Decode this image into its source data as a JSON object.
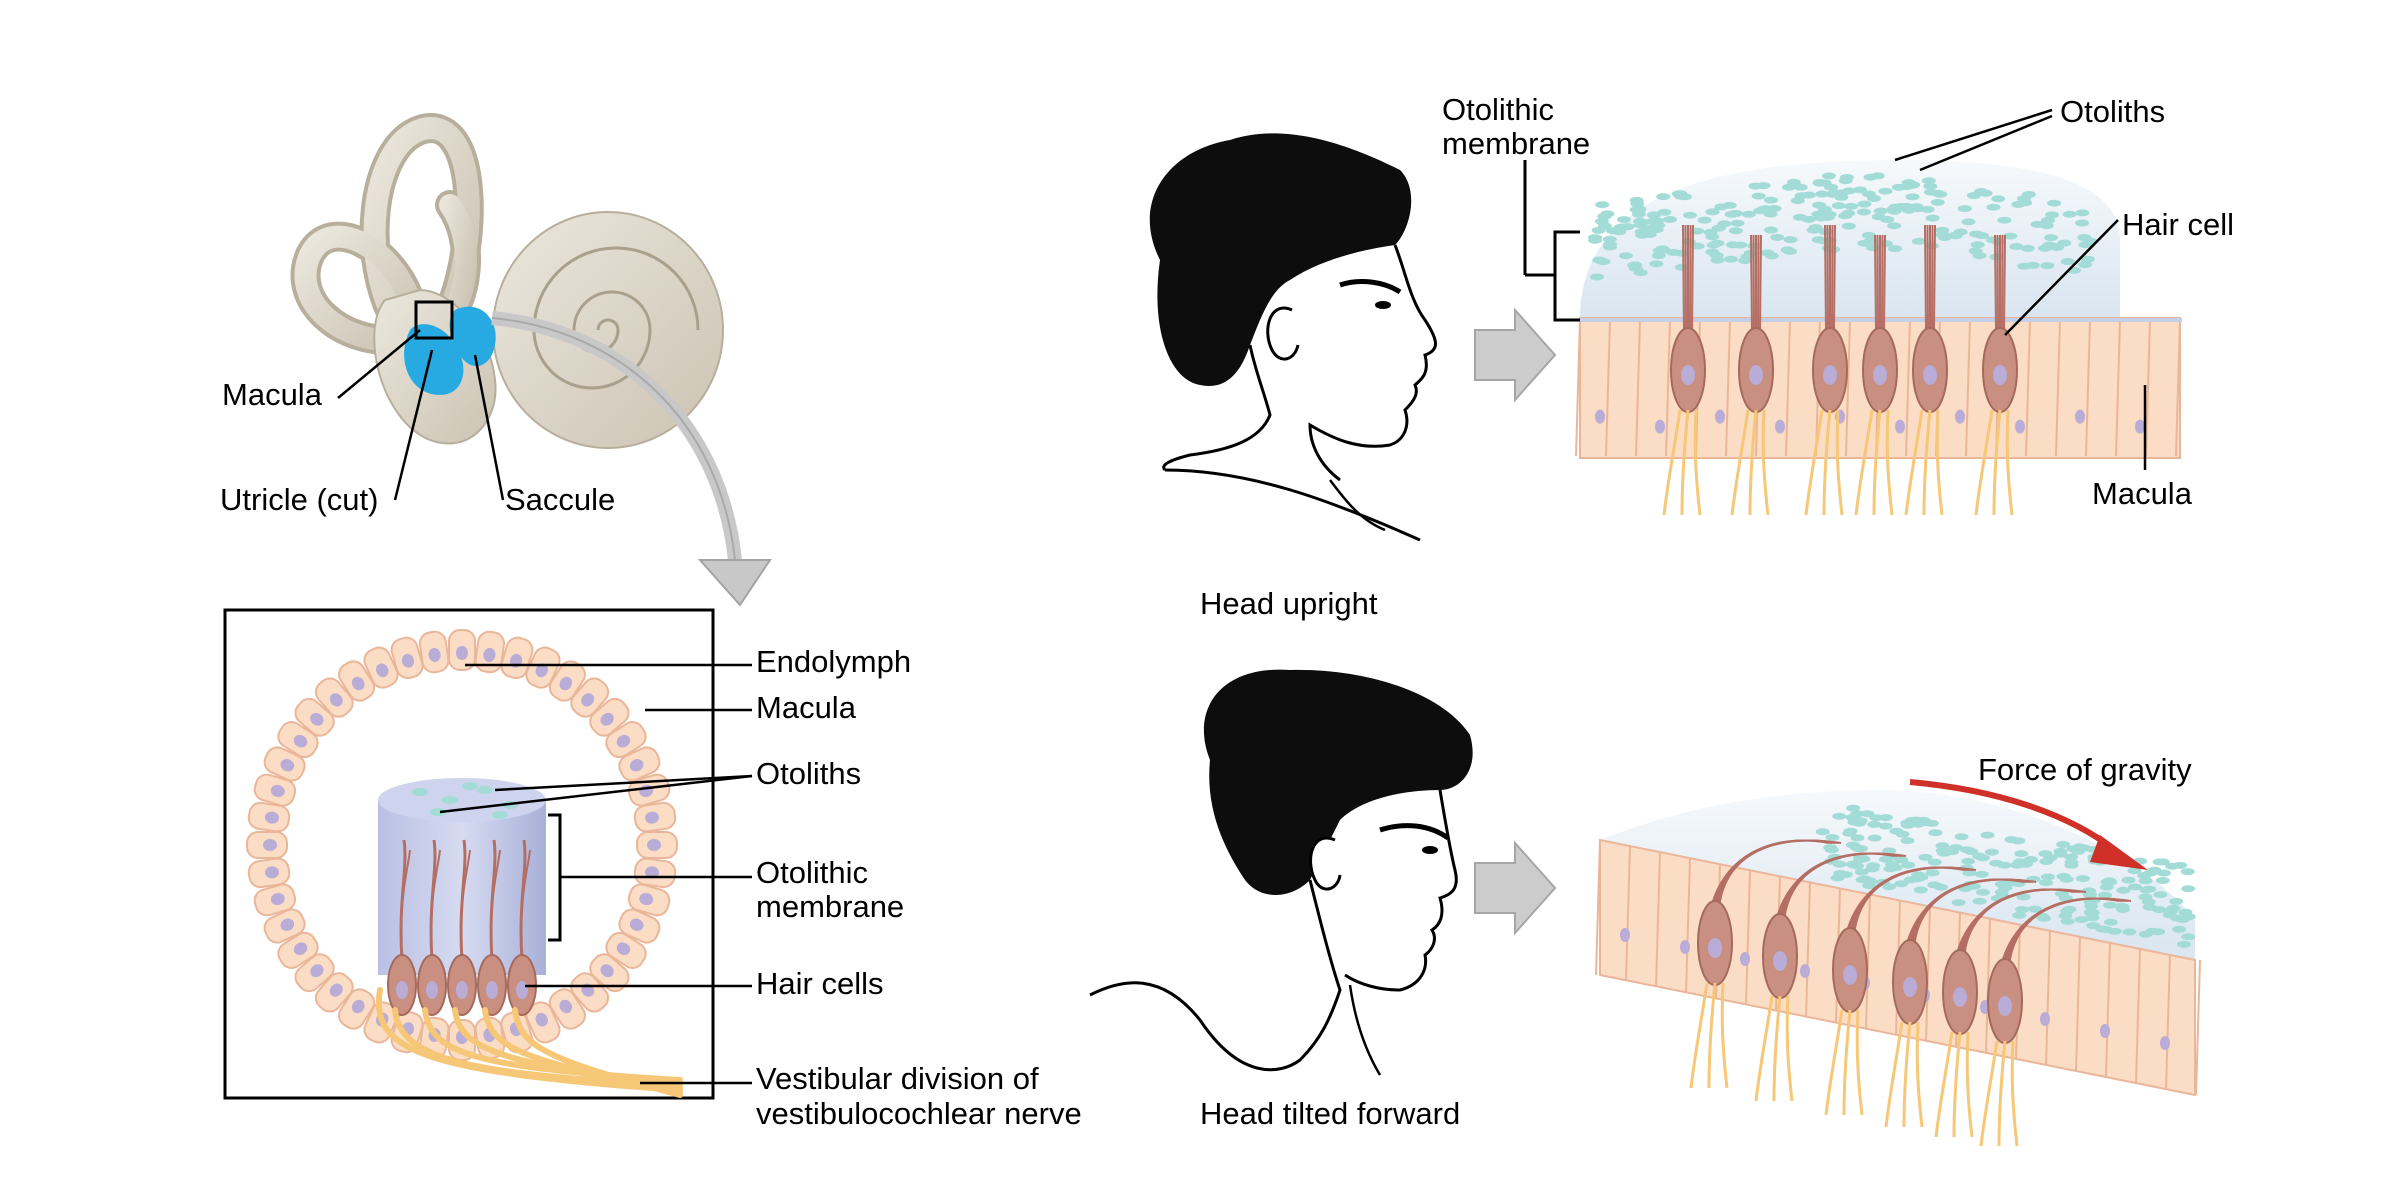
{
  "inner_ear": {
    "macula": "Macula",
    "utricle": "Utricle (cut)",
    "saccule": "Saccule"
  },
  "cross_section": {
    "endolymph": "Endolymph",
    "macula": "Macula",
    "otoliths": "Otoliths",
    "membrane_line1": "Otolithic",
    "membrane_line2": "membrane",
    "hair_cells": "Hair cells",
    "nerve_line1": "Vestibular division of",
    "nerve_line2": "vestibulocochlear nerve"
  },
  "upright_panel": {
    "caption": "Head upright",
    "membrane_line1": "Otolithic",
    "membrane_line2": "membrane",
    "otoliths": "Otoliths",
    "hair_cell": "Hair cell",
    "macula": "Macula"
  },
  "tilted_panel": {
    "caption": "Head tilted forward",
    "gravity": "Force of gravity"
  },
  "colors": {
    "macula_blue": "#27a9e1",
    "cell_fill": "#fbdcc4",
    "cell_stroke": "#eab69a",
    "nucleus": "#b9acd6",
    "hair_cell": "#c98f80",
    "nerve": "#f6c777",
    "otolith": "#a3dcd6",
    "membrane": "#e6eef5",
    "gravity_arrow": "#cf3027",
    "arrow_gray": "#c8c8c8"
  }
}
